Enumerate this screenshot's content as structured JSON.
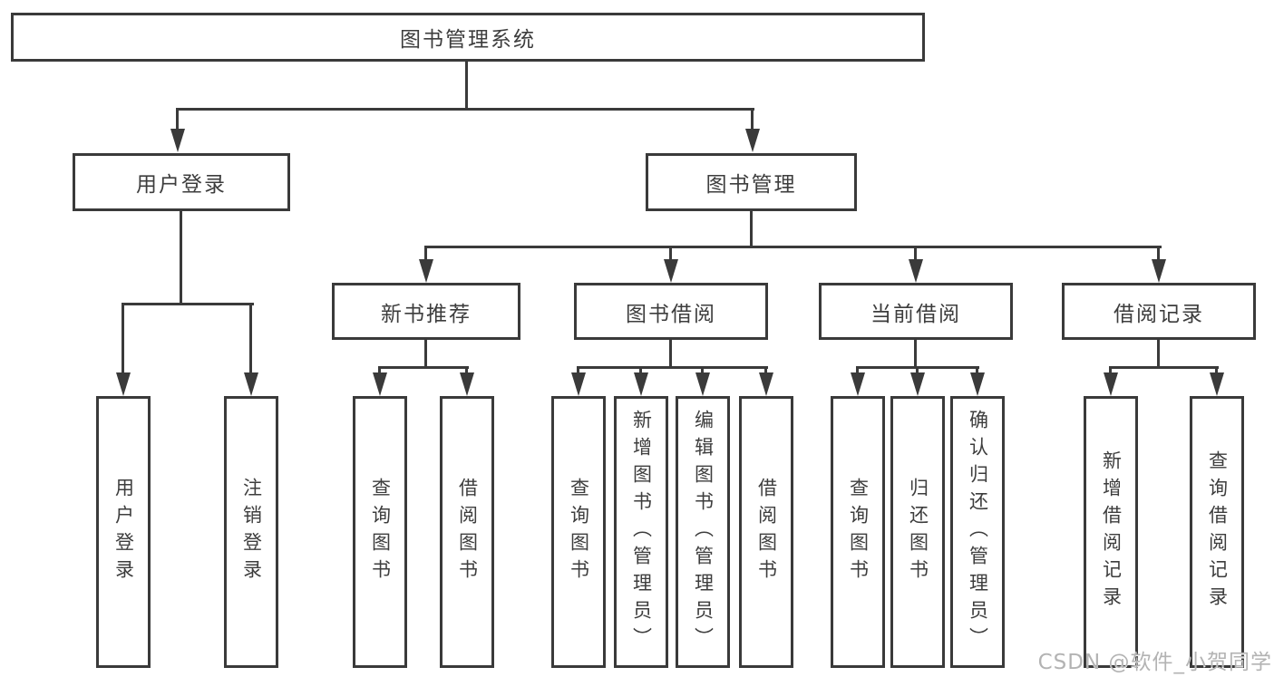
{
  "root": {
    "label": "图书管理系统"
  },
  "branches": {
    "user": {
      "label": "用户登录",
      "children": [
        "用户登录",
        "注销登录"
      ]
    },
    "book": {
      "label": "图书管理"
    }
  },
  "sections": {
    "recommend": {
      "label": "新书推荐",
      "children": [
        "查询图书",
        "借阅图书"
      ]
    },
    "borrow": {
      "label": "图书借阅",
      "children": [
        "查询图书",
        "新增图书（管理员）",
        "编辑图书（管理员）",
        "借阅图书"
      ]
    },
    "current": {
      "label": "当前借阅",
      "children": [
        "查询图书",
        "归还图书",
        "确认归还（管理员）"
      ]
    },
    "records": {
      "label": "借阅记录",
      "children": [
        "新增借阅记录",
        "查询借阅记录"
      ]
    }
  },
  "watermark": {
    "text": "CSDN @软件_小贺同学"
  },
  "colors": {
    "line": "#3a3a3a",
    "text": "#3d3d3d",
    "watermark": "#b3b3b3",
    "background": "#ffffff"
  }
}
